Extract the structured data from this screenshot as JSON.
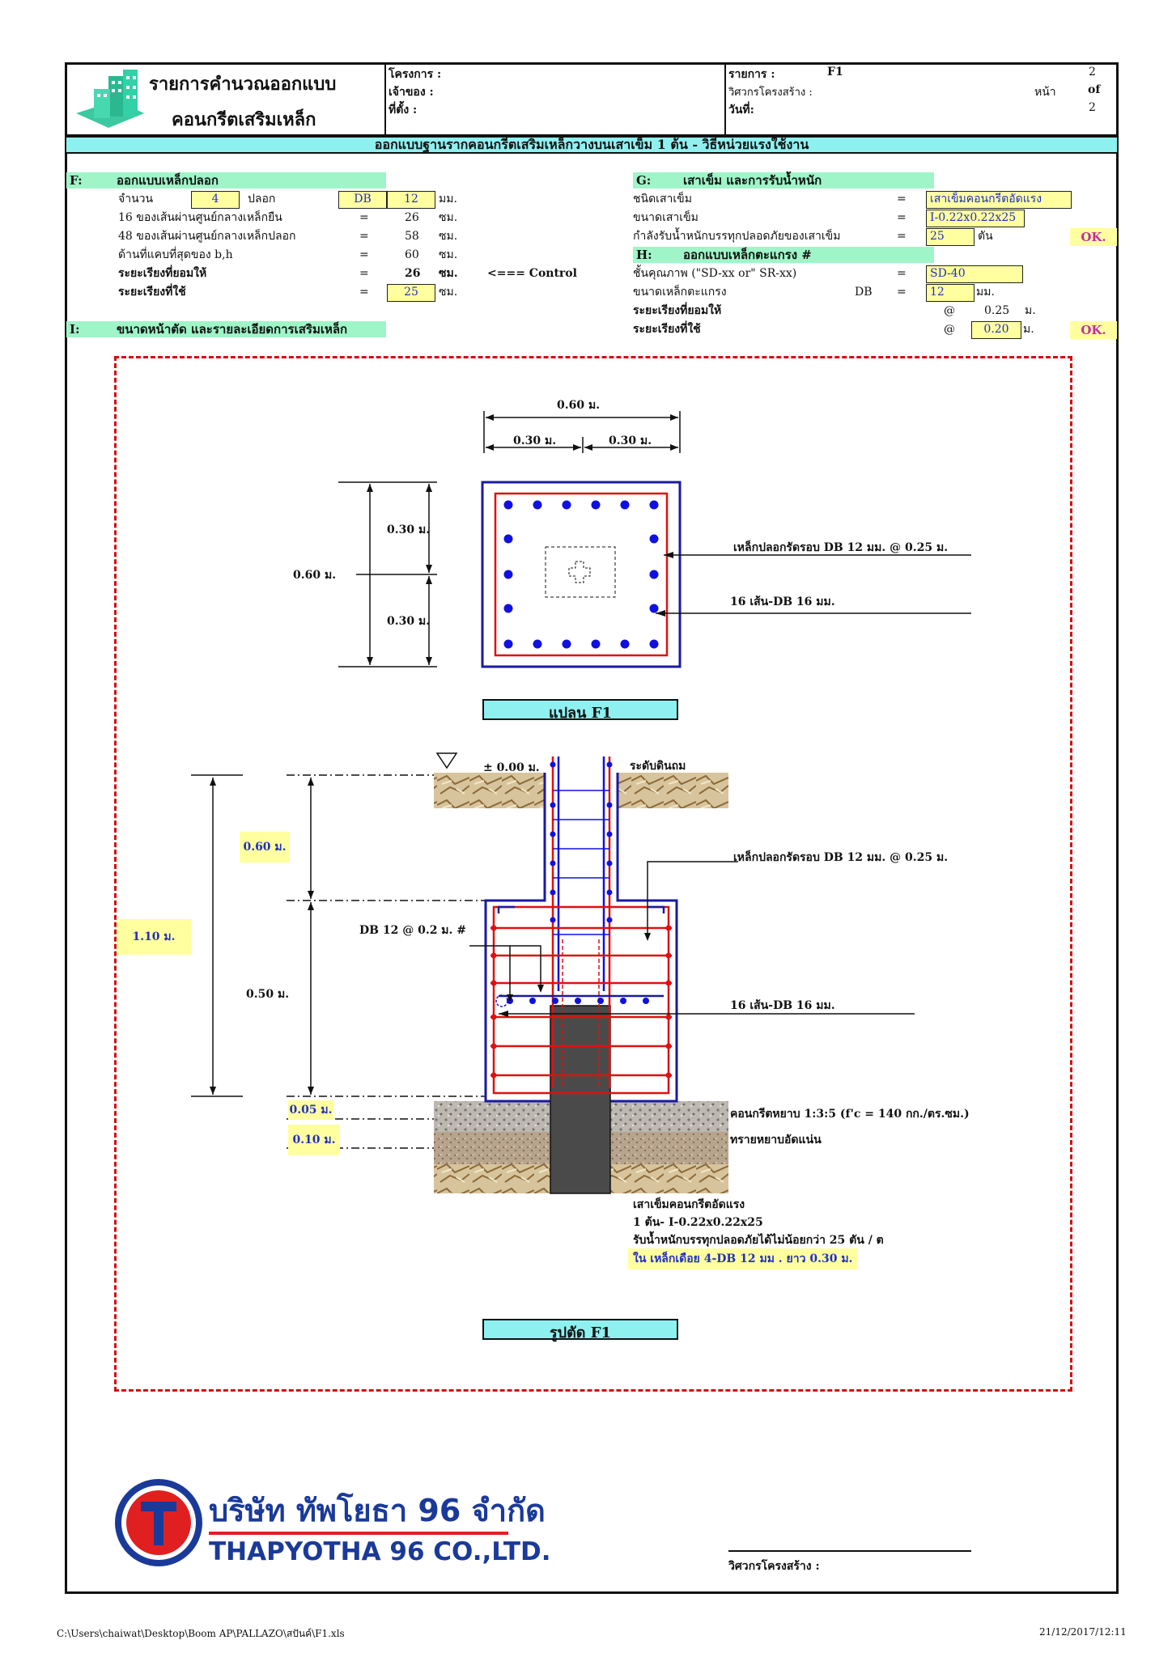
{
  "header": {
    "title_line1": "รายการคำนวณออกแบบ",
    "title_line2": "คอนกรีตเสริมเหล็ก",
    "project_label": "โครงการ :",
    "owner_label": "เจ้าของ :",
    "location_label": "ที่ตั้ง :",
    "item_label": "รายการ :",
    "item_value": "F1",
    "engineer_label": "วิศวกรโครงสร้าง :",
    "date_label": "วันที่:",
    "page_word": "หน้า",
    "page_no": "2",
    "of_word": "of",
    "page_total": "2"
  },
  "band_title": "ออกแบบฐานรากคอนกรีตเสริมเหล็กวางบนเสาเข็ม 1 ต้น - วิธีหน่วยแรงใช้งาน",
  "sectionF": {
    "code": "F:",
    "title": "ออกแบบเหล็กปลอก",
    "count_label": "จำนวน",
    "count_value": "4",
    "count_unit": "ปลอก",
    "db_label": "DB",
    "db_value": "12",
    "db_unit": "มม.",
    "r1_label": "16 ของเส้นผ่านศูนย์กลางเหล็กยืน",
    "r1_eq": "=",
    "r1_value": "26",
    "r1_unit": "ซม.",
    "r2_label": "48 ของเส้นผ่านศูนย์กลางเหล็กปลอก",
    "r2_eq": "=",
    "r2_value": "58",
    "r2_unit": "ซม.",
    "r3_label": "ด้านที่แคบที่สุดของ b,h",
    "r3_eq": "=",
    "r3_value": "60",
    "r3_unit": "ซม.",
    "r4_label": "ระยะเรียงที่ยอมให้",
    "r4_eq": "=",
    "r4_value": "26",
    "r4_unit": "ซม.",
    "control": "<=== Control",
    "r5_label": "ระยะเรียงที่ใช้",
    "r5_eq": "=",
    "r5_value": "25",
    "r5_unit": "ซม."
  },
  "sectionG": {
    "code": "G:",
    "title": "เสาเข็ม และการรับน้ำหนัก",
    "pile_type_label": "ชนิดเสาเข็ม",
    "pile_type_eq": "=",
    "pile_type_value": "เสาเข็มคอนกรีตอัดแรง",
    "pile_size_label": "ขนาดเสาเข็ม",
    "pile_size_eq": "=",
    "pile_size_value": "I-0.22x0.22x25",
    "capacity_label": "กำลังรับน้ำหนักบรรทุกปลอดภัยของเสาเข็ม",
    "capacity_eq": "=",
    "capacity_value": "25",
    "capacity_unit": "ตัน",
    "ok1": "OK."
  },
  "sectionH": {
    "code": "H:",
    "title": "ออกแบบเหล็กตะแกรง #",
    "grade_label": "ชั้นคุณภาพ   (\"SD-xx or\" SR-xx)",
    "grade_eq": "=",
    "grade_value": "SD-40",
    "bar_label": "ขนาดเหล็กตะแกรง",
    "bar_db": "DB",
    "bar_eq": "=",
    "bar_value": "12",
    "bar_unit": "มม.",
    "allow_label": "ระยะเรียงที่ยอมให้",
    "allow_at": "@",
    "allow_value": "0.25",
    "allow_unit": "ม.",
    "used_label": "ระยะเรียงที่ใช้",
    "used_at": "@",
    "used_value": "0.20",
    "used_unit": "ม.",
    "ok2": "OK."
  },
  "sectionI": {
    "code": "I:",
    "title": "ขนาดหน้าตัด และรายละเอียดการเสริมเหล็ก"
  },
  "plan": {
    "dim_total": "0.60 ม.",
    "dim_half_left": "0.30 ม.",
    "dim_half_right": "0.30 ม.",
    "dim_v_total": "0.60 ม.",
    "dim_v_top": "0.30 ม.",
    "dim_v_bottom": "0.30 ม.",
    "callout_stirrup": "เหล็กปลอกรัดรอบ DB 12  มม. @ 0.25 ม.",
    "callout_main": "16 เส้น-DB 16 มม.",
    "caption": "แปลน F1"
  },
  "section": {
    "level_label": "± 0.00 ม.",
    "ground_label": "ระดับดินถม",
    "dim_060": "0.60 ม.",
    "dim_110": "1.10 ม.",
    "dim_050": "0.50 ม.",
    "dim_005": "0.05 ม.",
    "dim_010": "0.10 ม.",
    "grid_callout": "DB 12  @ 0.2 ม.  #",
    "callout_stirrup": "เหล็กปลอกรัดรอบ DB 12  มม. @ 0.25 ม.",
    "callout_main": "16 เส้น-DB 16 มม.",
    "lean_concrete": "คอนกรีตหยาบ 1:3:5 (f'c = 140 กก./ตร.ซม.)",
    "sand": "ทรายหยาบอัดแน่น",
    "pile_note1": "เสาเข็มคอนกรีตอัดแรง",
    "pile_note2": "1 ต้น- I-0.22x0.22x25",
    "pile_note3": "รับน้ำหนักบรรทุกปลอดภัยได้ไม่น้อยกว่า 25 ตัน / ต",
    "pile_note4": "ใน เหล็กเดือย 4-DB 12 มม . ยาว 0.30 ม.",
    "caption": "รูปตัด F1"
  },
  "company": {
    "name_th": "บริษัท ทัพโยธา 96 จำกัด",
    "name_en": "THAPYOTHA 96 CO.,LTD.",
    "logo_letter": "T"
  },
  "signature_label": "วิศวกรโครงสร้าง :",
  "footer": {
    "path": "C:\\Users\\chaiwat\\Desktop\\Boom AP\\PALLAZO\\สปันค์\\F1.xls",
    "timestamp": "21/12/2017/12:11"
  },
  "colors": {
    "band": "#8ff0f0",
    "section_bg": "#9ff5c8",
    "input_bg": "#ffffa0",
    "rebar_red": "#e01010",
    "rebar_blue": "#1010e0",
    "outline_blue": "#1a1aa0",
    "dash_red": "#d01010"
  }
}
